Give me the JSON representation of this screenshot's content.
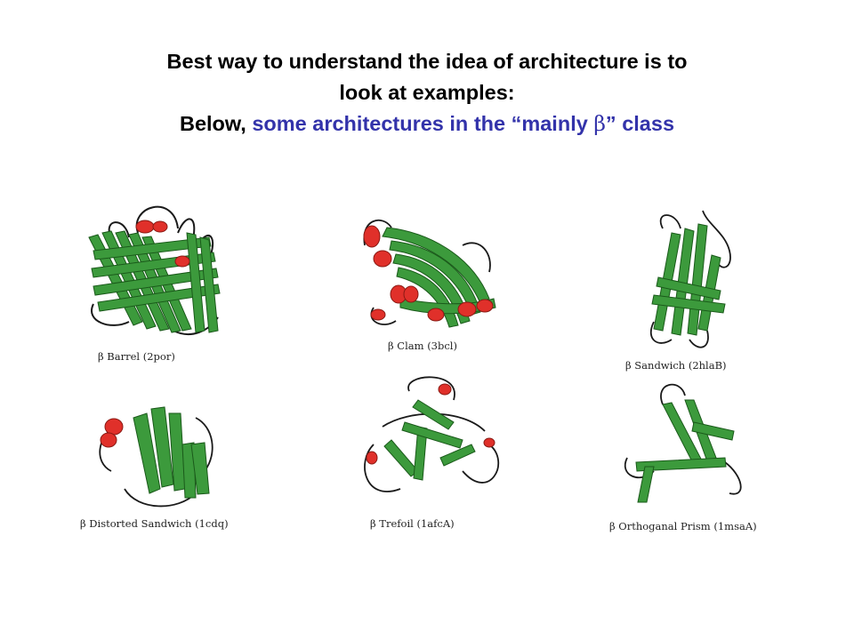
{
  "title": {
    "line1": "Best way to understand the idea of architecture is to",
    "line2": "look at examples:",
    "line3_prefix": "Below, ",
    "line3_highlight": "some architectures in the “mainly ",
    "beta": "β",
    "line3_suffix": "” class"
  },
  "colors": {
    "accent": "#3333aa",
    "strand": "#3c9a3c",
    "helix": "#e0302a",
    "loop": "#1a1a1a"
  },
  "panels": [
    {
      "caption": "β Barrel (2por)"
    },
    {
      "caption": "β Clam (3bcl)"
    },
    {
      "caption": "β Sandwich (2hlaB)"
    },
    {
      "caption": "β Distorted Sandwich (1cdq)"
    },
    {
      "caption": "β Trefoil (1afcA)"
    },
    {
      "caption": "β Orthoganal Prism (1msaA)"
    }
  ]
}
